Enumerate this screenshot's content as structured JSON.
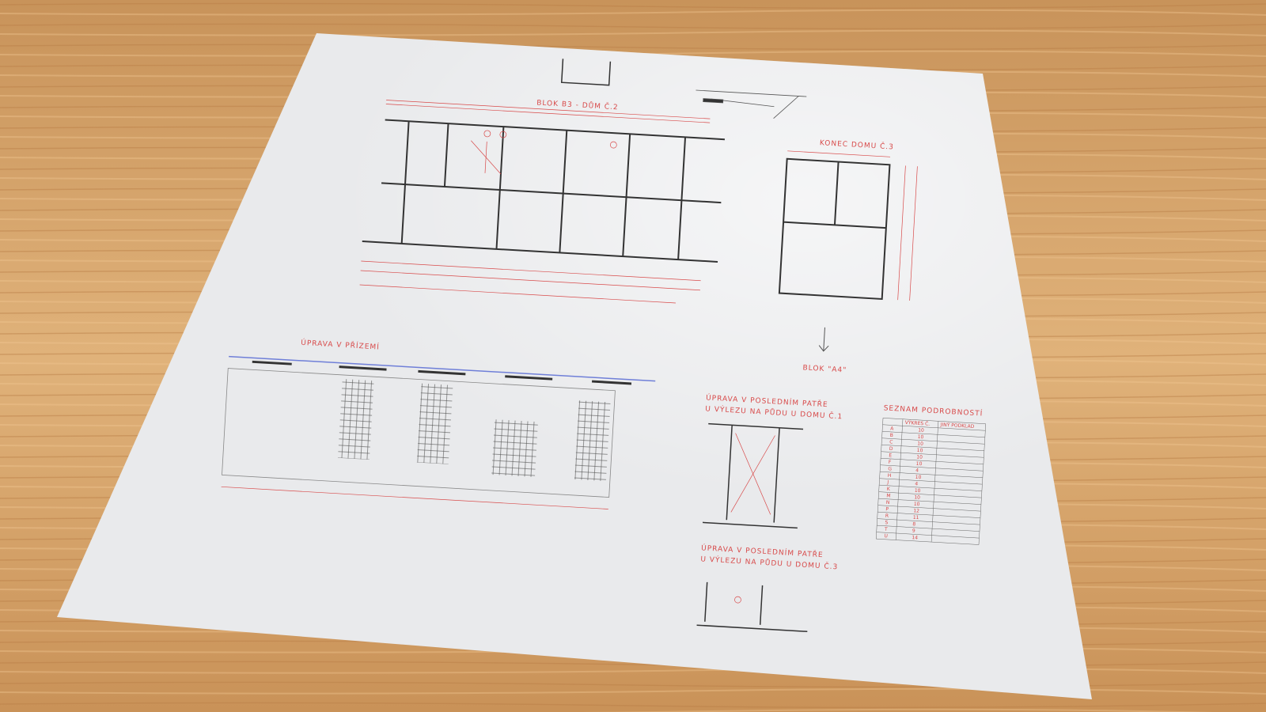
{
  "colors": {
    "wood": "#d9a86b",
    "paper": "#ecedee",
    "ink_black": "#333333",
    "ink_red": "#d84a4a",
    "ink_blue": "#6f7fd8"
  },
  "labels": {
    "blok_b3": "BLOK B3 - DŮM Č.2",
    "konec_domu": "KONEC DOMU Č.3",
    "blok_a4": "BLOK \"A4\"",
    "uprava_prizemi": "ÚPRAVA V PŘÍZEMÍ",
    "uprava_c1_line1": "ÚPRAVA V POSLEDNÍM PATŘE",
    "uprava_c1_line2": "U VÝLEZU NA PŮDU U DOMU Č.1",
    "uprava_c3_line1": "ÚPRAVA V POSLEDNÍM PATŘE",
    "uprava_c3_line2": "U VÝLEZU NA PŮDU U DOMU Č.3"
  },
  "table": {
    "title": "SEZNAM PODROBNOSTÍ",
    "headers": [
      "",
      "VÝKRES Č.",
      "JINÝ PODKLAD"
    ],
    "rows": [
      [
        "A",
        "10"
      ],
      [
        "B",
        "10"
      ],
      [
        "C",
        "10"
      ],
      [
        "D",
        "10"
      ],
      [
        "E",
        "10"
      ],
      [
        "F",
        "10"
      ],
      [
        "G",
        "4"
      ],
      [
        "H",
        "10"
      ],
      [
        "J",
        "4"
      ],
      [
        "K",
        "10"
      ],
      [
        "M",
        "10"
      ],
      [
        "N",
        "10"
      ],
      [
        "P",
        "12"
      ],
      [
        "R",
        "11"
      ],
      [
        "S",
        "8"
      ],
      [
        "T",
        "9"
      ],
      [
        "U",
        "14"
      ]
    ]
  }
}
